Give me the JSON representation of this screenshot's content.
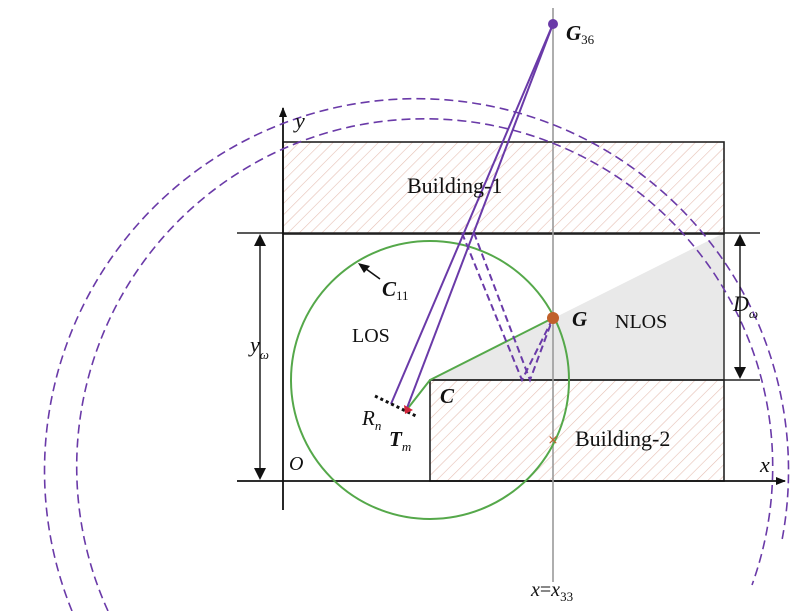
{
  "labels": {
    "building1": "Building-1",
    "building2": "Building-2",
    "los": "LOS",
    "nlos": "NLOS",
    "y_axis": "y",
    "x_axis": "x",
    "origin": "O",
    "G36_main": "G",
    "G36_sub": "36",
    "G_main": "G",
    "C": "C",
    "C11_main": "C",
    "C11_sub": "11",
    "D_main": "D",
    "D_sub": "ω",
    "y_main": "y",
    "y_sub": "ω",
    "Rn_main": "R",
    "Rn_sub": "n",
    "Tm_main": "T",
    "Tm_sub": "m",
    "xline_a": "x",
    "xline_eq": "=",
    "xline_b": "x",
    "xline_sub": "33"
  },
  "colors": {
    "purple": "#6a3aa8",
    "green": "#55a84a",
    "hatch": "#e6bfb4",
    "shade": "#e9e9e9",
    "orange_dot": "#c0602a",
    "red_marker": "#d2243a",
    "black": "#111111",
    "gray_line": "#9a9a9a"
  }
}
